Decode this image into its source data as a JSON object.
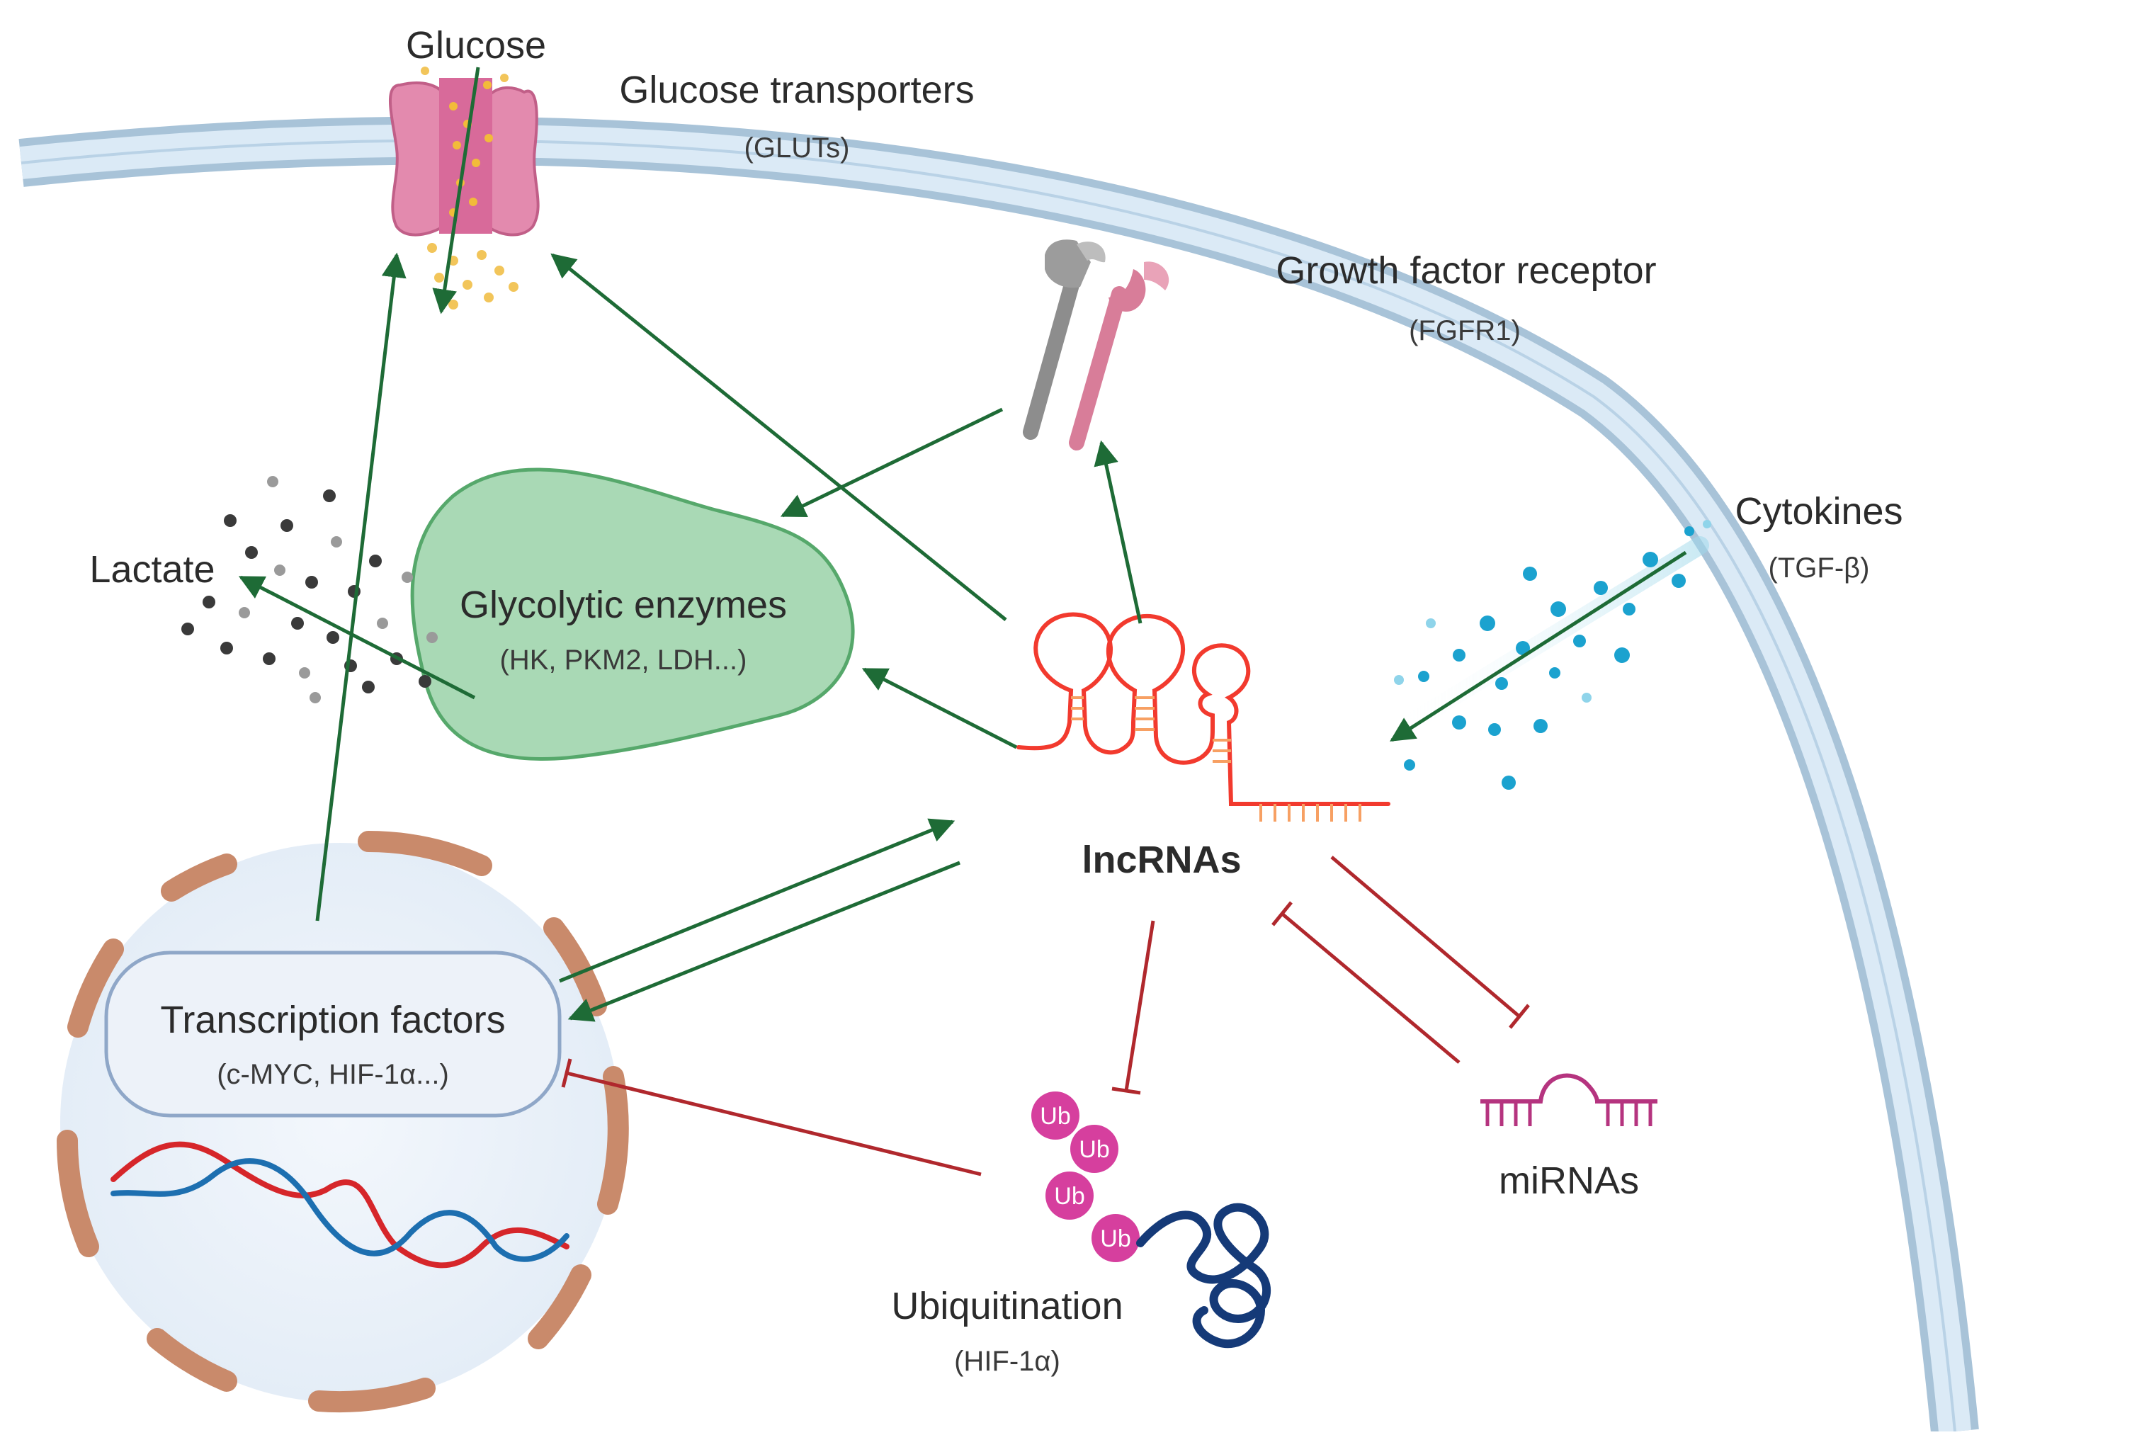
{
  "labels": {
    "glucose": "Glucose",
    "glucose_transporters": "Glucose transporters",
    "gluts": "(GLUTs)",
    "growth_factor_receptor": "Growth factor receptor",
    "fgfr1": "(FGFR1)",
    "cytokines": "Cytokines",
    "tgf_beta": "(TGF-β)",
    "lactate": "Lactate",
    "glycolytic_enzymes": "Glycolytic enzymes",
    "enzyme_examples": "(HK, PKM2, LDH...)",
    "lncrnas": "lncRNAs",
    "transcription_factors": "Transcription factors",
    "tf_examples": "(c-MYC,  HIF-1α...)",
    "ubiquitination": "Ubiquitination",
    "hif1a": "(HIF-1α)",
    "mirnas": "miRNAs",
    "ub": "Ub"
  },
  "colors": {
    "activation_arrow": "#1e6b36",
    "inhibition_arrow": "#b0282d",
    "lncrna": "#f23a2e",
    "membrane": "#c3d8e8",
    "enzyme_blob": "#a9d9b5",
    "nucleus": "#eaf2fa",
    "ubiquitin": "#d63f9e",
    "mirna": "#b5347f",
    "cytokine_dots": "#1ba2cf"
  },
  "icons": [
    "glucose-transporter-icon",
    "growth-factor-receptor-icon",
    "dna-helix-icon",
    "protein-icon",
    "mirna-icon",
    "lncrna-hairpin-icon"
  ]
}
